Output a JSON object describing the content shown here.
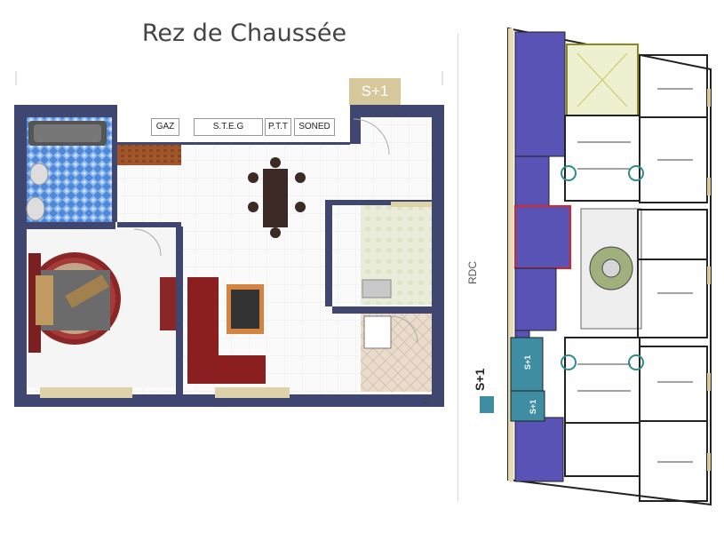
{
  "title": "Rez de Chaussée",
  "floor_plan": {
    "meters": [
      "GAZ",
      "S.T.E.G",
      "P.T.T",
      "SONED"
    ],
    "stair_badge": "S+1",
    "corner_label": "+1"
  },
  "site_plan": {
    "level_label": "RDC",
    "legend_label": "S+1",
    "block_labels": [
      "S+1",
      "S+1"
    ]
  },
  "colors": {
    "wall": "#3f4670",
    "purple_block": "#5853b5",
    "teal_block": "#3f8da3",
    "badge": "#d6c89a"
  }
}
